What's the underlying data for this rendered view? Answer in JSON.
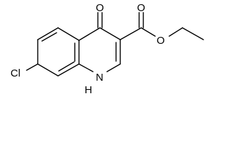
{
  "atoms": {
    "oxygen_ketone": "O",
    "oxygen_carbonyl": "O",
    "oxygen_ester": "O",
    "chlorine": "Cl",
    "nitrogen": "N",
    "hydrogen": "H"
  }
}
